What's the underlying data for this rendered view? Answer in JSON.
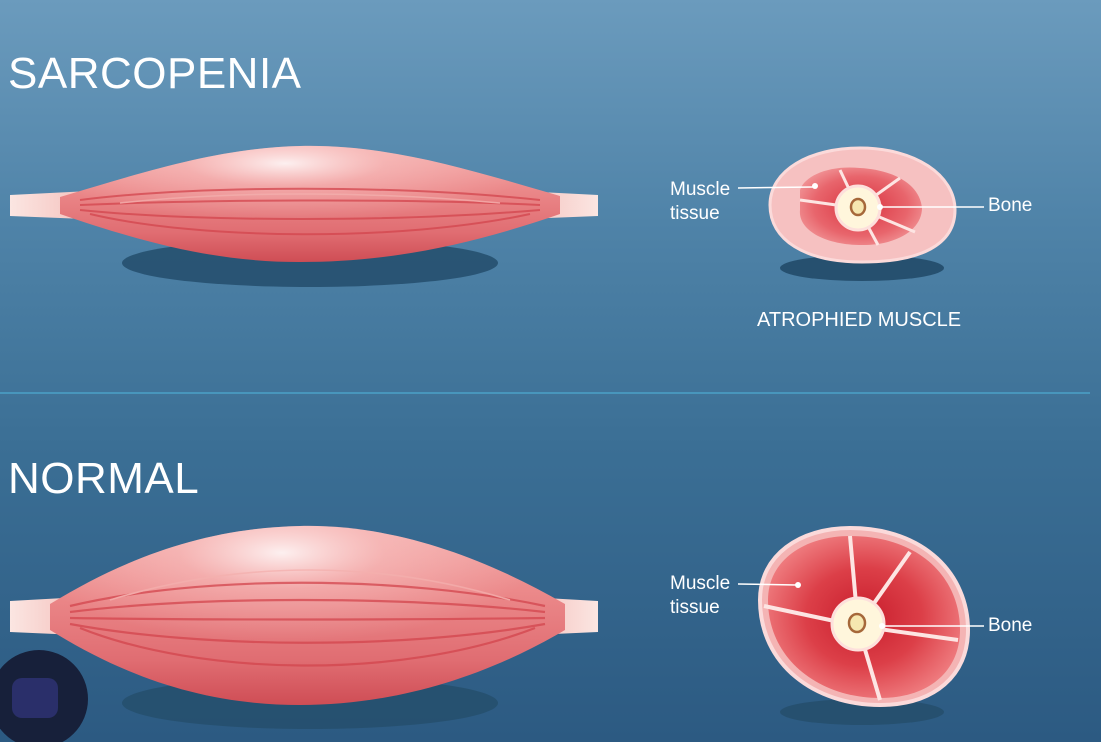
{
  "sections": {
    "sarcopenia": {
      "title": "SARCOPENIA",
      "muscle_label_line1": "Muscle",
      "muscle_label_line2": "tissue",
      "bone_label": "Bone",
      "caption": "ATROPHIED MUSCLE"
    },
    "normal": {
      "title": "NORMAL",
      "muscle_label_line1": "Muscle",
      "muscle_label_line2": "tissue",
      "bone_label": "Bone"
    }
  },
  "colors": {
    "background_top": "#6b9bbd",
    "background_bottom": "#2c5a82",
    "muscle": "#e9787c",
    "muscle_highlight": "#f7c3c2",
    "muscle_dark": "#d3454d",
    "tendon": "#fbe3df",
    "shadow": "#26506f",
    "bone": "#f6efc8",
    "divider": "#4fb3d9"
  },
  "icons": {
    "corner_badge": "app-badge-icon"
  }
}
